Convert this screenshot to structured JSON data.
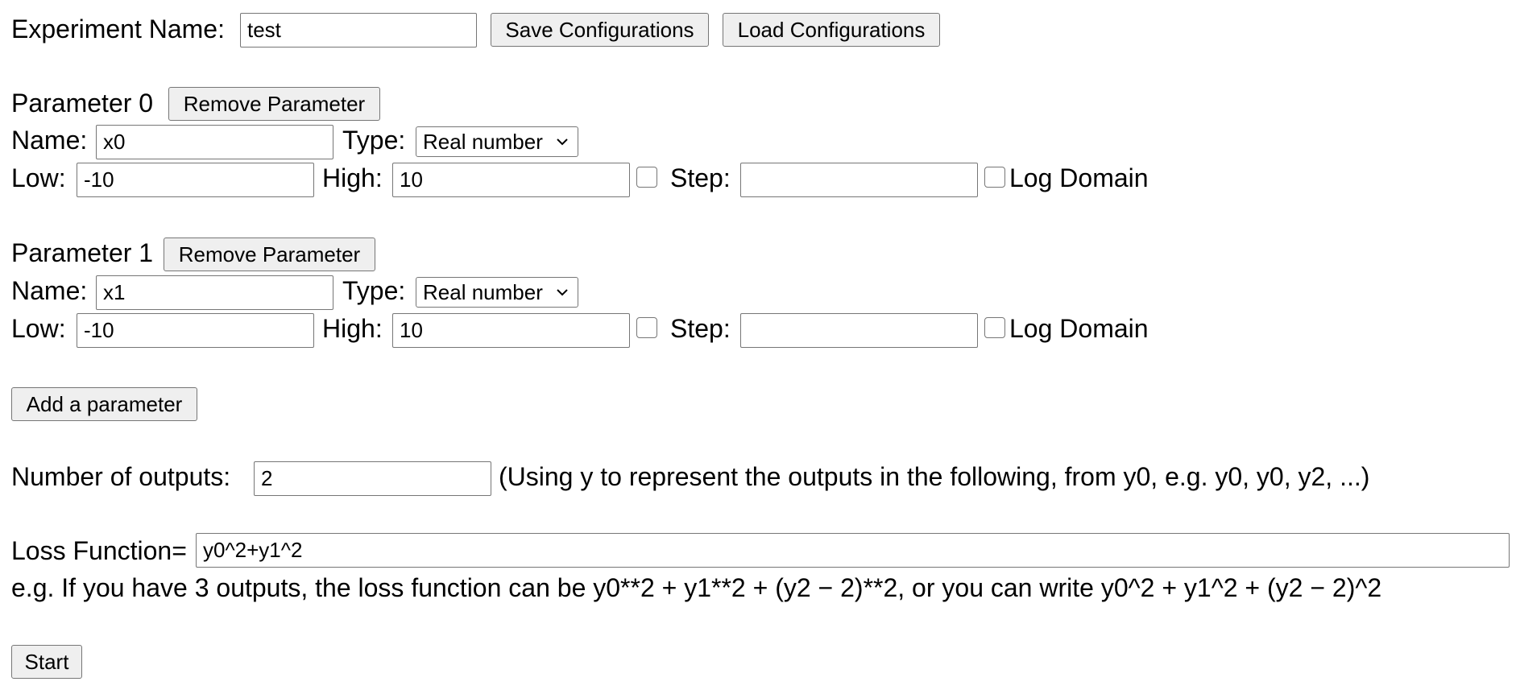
{
  "header": {
    "experiment_label": "Experiment Name:",
    "experiment_value": "test",
    "save_label": "Save Configurations",
    "load_label": "Load Configurations"
  },
  "parameters": [
    {
      "title": "Parameter 0",
      "remove_label": "Remove Parameter",
      "name_label": "Name:",
      "name_value": "x0",
      "type_label": "Type:",
      "type_value": "Real number",
      "low_label": "Low:",
      "low_value": "-10",
      "high_label": "High:",
      "high_value": "10",
      "step_label": "Step:",
      "step_value": "",
      "log_label": "Log Domain"
    },
    {
      "title": "Parameter 1",
      "remove_label": "Remove Parameter",
      "name_label": "Name:",
      "name_value": "x1",
      "type_label": "Type:",
      "type_value": "Real number",
      "low_label": "Low:",
      "low_value": "-10",
      "high_label": "High:",
      "high_value": "10",
      "step_label": "Step:",
      "step_value": "",
      "log_label": "Log Domain"
    }
  ],
  "add_parameter_label": "Add a parameter",
  "outputs": {
    "label": "Number of outputs:",
    "value": "2",
    "hint": "(Using y to represent the outputs in the following, from y0, e.g. y0, y0, y2, ...)"
  },
  "loss": {
    "label": "Loss Function=",
    "value": "y0^2+y1^2",
    "example": "e.g. If you have 3 outputs, the loss function can be y0**2 + y1**2 + (y2 − 2)**2, or you can write y0^2 + y1^2 + (y2 − 2)^2"
  },
  "start_label": "Start",
  "icons": {
    "dropdown": "chevron-down-icon",
    "checkbox": "checkbox-icon"
  }
}
